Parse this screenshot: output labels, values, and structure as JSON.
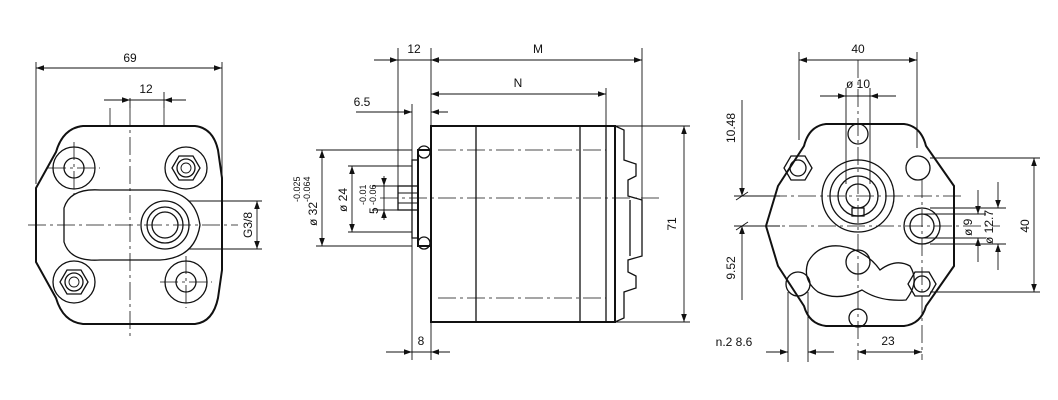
{
  "views": {
    "left": {
      "overall_width": "69",
      "hole_offset": "12",
      "port_thread": "G3/8"
    },
    "side": {
      "flange_length": "12",
      "overall_length": "M",
      "body_length": "N",
      "spigot_depth": "6.5",
      "pilot_diameter": "ø 32",
      "pilot_tol_upper": "-0.025",
      "pilot_tol_lower": "-0.064",
      "shaft_diameter": "ø 24",
      "key_width": "5",
      "key_tol_upper": "-0.01",
      "key_tol_lower": "-0.06",
      "height": "71",
      "flange_thickness": "8"
    },
    "right": {
      "overall_width": "40",
      "shaft_bore": "ø 10",
      "upper_offset": "10.48",
      "lower_offset": "9.52",
      "port_small": "ø 9",
      "port_large": "ø 12.7",
      "height": "40",
      "hole_note": "n.2 8.6",
      "port_offset": "23"
    }
  }
}
